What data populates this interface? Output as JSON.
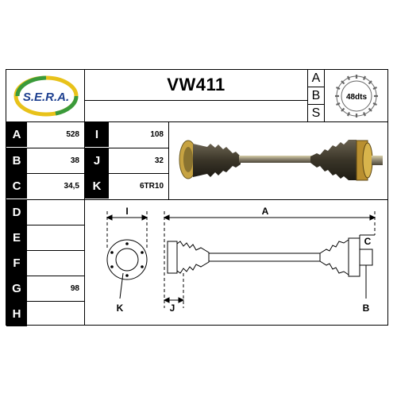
{
  "brand": {
    "logo_text": "S.E.R.A."
  },
  "header": {
    "part_number": "VW411",
    "abs_letters": [
      "A",
      "B",
      "S"
    ],
    "teeth_badge": "48dts"
  },
  "specs_left": [
    {
      "key": "A",
      "value": "528"
    },
    {
      "key": "B",
      "value": "38"
    },
    {
      "key": "C",
      "value": "34,5"
    },
    {
      "key": "D",
      "value": ""
    },
    {
      "key": "E",
      "value": ""
    },
    {
      "key": "F",
      "value": ""
    },
    {
      "key": "G",
      "value": "98"
    },
    {
      "key": "H",
      "value": ""
    }
  ],
  "specs_mid": [
    {
      "key": "I",
      "value": "108"
    },
    {
      "key": "J",
      "value": "32"
    },
    {
      "key": "K",
      "value": "6TR10"
    }
  ],
  "diagram_labels": {
    "I": "I",
    "A": "A",
    "C": "C",
    "K": "K",
    "J": "J",
    "B": "B"
  },
  "colors": {
    "label_bg": "#000000",
    "logo_green": "#3a9a3a",
    "logo_yellow": "#e8c21a",
    "logo_blue": "#1d3f8f",
    "shaft_metal": "#8b8470",
    "boot_dark": "#3a3528"
  }
}
